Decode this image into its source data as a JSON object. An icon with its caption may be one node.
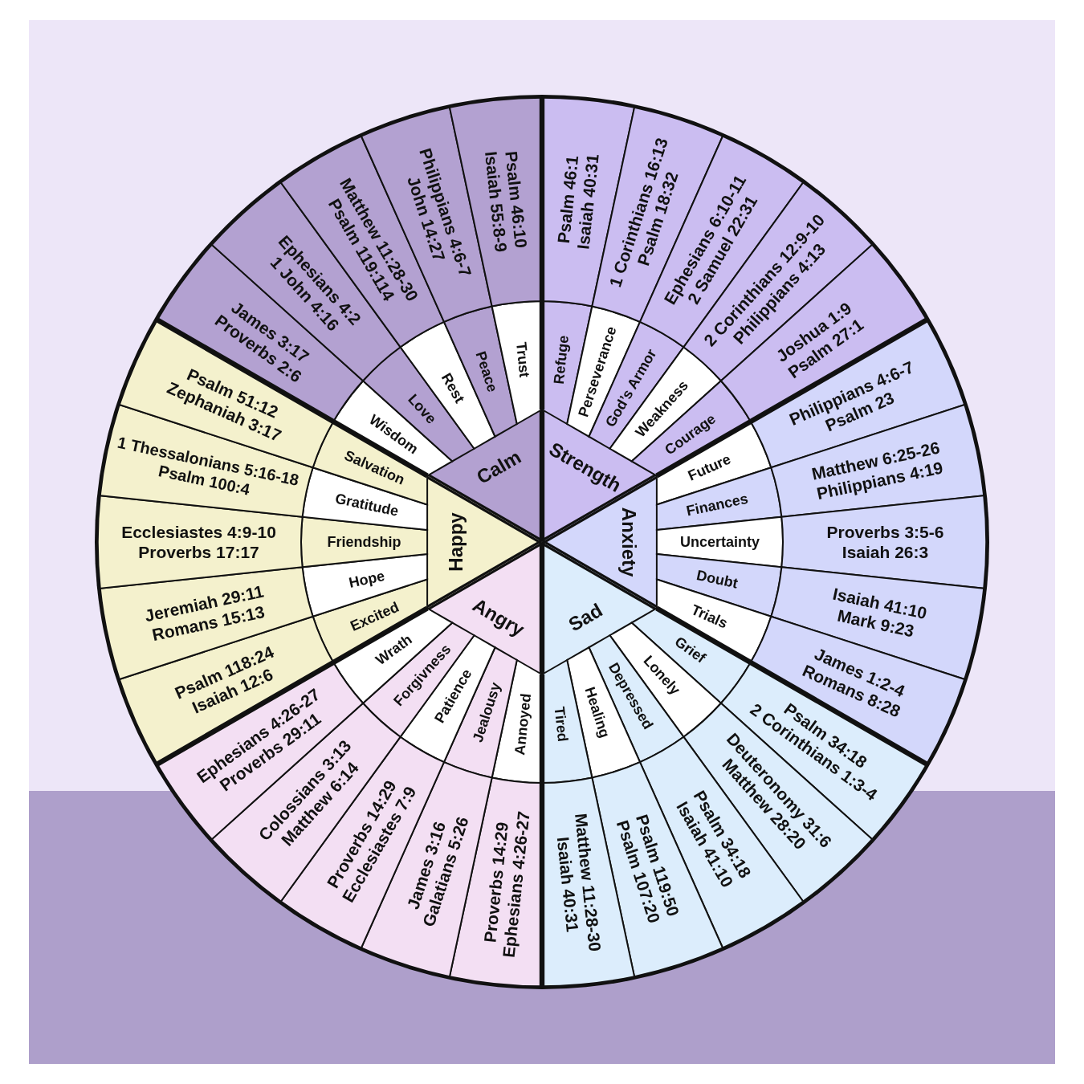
{
  "diagram": {
    "nodes": [
      {
        "text": [
          "Calm"
        ]
      },
      {
        "text": [
          "Wisdom"
        ],
        "in": 0
      },
      {
        "text": [
          "James 3:17",
          "Proverbs 2:6"
        ],
        "in": 0
      },
      {
        "text": [
          "Love"
        ],
        "in": 0
      },
      {
        "text": [
          "Ephesians 4:2",
          "1 John 4:16"
        ],
        "in": 0
      },
      {
        "text": [
          "Rest"
        ],
        "in": 0
      },
      {
        "text": [
          "Matthew 11:28-30",
          "Psalm 119:114"
        ],
        "in": 0
      },
      {
        "text": [
          "Peace"
        ],
        "in": 0
      },
      {
        "text": [
          "Philippians 4:6-7",
          "John 14:27"
        ],
        "in": 0
      },
      {
        "text": [
          "Trust"
        ],
        "in": 0
      },
      {
        "text": [
          "Psalm 46:10",
          "Isaiah 55:8-9"
        ],
        "in": 0
      },
      {
        "text": [
          "Strength"
        ]
      },
      {
        "text": [
          "Refuge"
        ],
        "in": 11
      },
      {
        "text": [
          "Psalm 46:1",
          "Isaiah 40:31"
        ],
        "in": 11
      },
      {
        "text": [
          "Perseverance"
        ],
        "in": 11
      },
      {
        "text": [
          "1 Corinthians 16:13",
          "Psalm 18:32"
        ],
        "in": 11
      },
      {
        "text": [
          "God’s Armor"
        ],
        "in": 11
      },
      {
        "text": [
          "Ephesians 6:10-11",
          "2 Samuel 22:31"
        ],
        "in": 11
      },
      {
        "text": [
          "Weakness"
        ],
        "in": 11
      },
      {
        "text": [
          "2 Corinthians 12:9-10",
          "Philippians 4:13"
        ],
        "in": 11
      },
      {
        "text": [
          "Courage"
        ],
        "in": 11
      },
      {
        "text": [
          "Joshua 1:9",
          "Psalm 27:1"
        ],
        "in": 11
      },
      {
        "text": [
          "Anxiety"
        ]
      },
      {
        "text": [
          "Future"
        ],
        "in": 22
      },
      {
        "text": [
          "Philippians 4:6-7",
          "Psalm 23"
        ],
        "in": 22
      },
      {
        "text": [
          "Finances"
        ],
        "in": 22
      },
      {
        "text": [
          "Matthew 6:25-26",
          "Philippians 4:19"
        ],
        "in": 22
      },
      {
        "text": [
          "Uncertainty"
        ],
        "in": 22
      },
      {
        "text": [
          "Proverbs 3:5-6",
          "Isaiah 26:3"
        ],
        "in": 22
      },
      {
        "text": [
          "Doubt"
        ],
        "in": 22
      },
      {
        "text": [
          "Isaiah 41:10",
          "Mark 9:23"
        ],
        "in": 22
      },
      {
        "text": [
          "Trials"
        ],
        "in": 22
      },
      {
        "text": [
          "James 1:2-4",
          "Romans 8:28"
        ],
        "in": 22
      },
      {
        "text": [
          "Sad"
        ]
      },
      {
        "text": [
          "Grief"
        ],
        "in": 33
      },
      {
        "text": [
          "Psalm 34:18",
          "2 Corinthians 1:3-4"
        ],
        "in": 33
      },
      {
        "text": [
          "Lonely"
        ],
        "in": 33
      },
      {
        "text": [
          "Deuteronomy 31:6",
          "Matthew 28:20"
        ],
        "in": 33
      },
      {
        "text": [
          "Depressed"
        ],
        "in": 33
      },
      {
        "text": [
          "Psalm 34:18",
          "Isaiah 41:10"
        ],
        "in": 33
      },
      {
        "text": [
          "Healing"
        ],
        "in": 33
      },
      {
        "text": [
          "Psalm 119:50",
          "Psalm 107:20"
        ],
        "in": 33
      },
      {
        "text": [
          "Tired"
        ],
        "in": 33
      },
      {
        "text": [
          "Matthew 11:28-30",
          "Isaiah 40:31"
        ],
        "in": 33
      },
      {
        "text": [
          "Angry"
        ]
      },
      {
        "text": [
          "Annoyed"
        ],
        "in": 44
      },
      {
        "text": [
          "Proverbs 14:29",
          "Ephesians 4:26-27"
        ],
        "in": 44
      },
      {
        "text": [
          "Jealousy"
        ],
        "in": 44
      },
      {
        "text": [
          "James 3:16",
          "Galatians 5:26"
        ],
        "in": 44
      },
      {
        "text": [
          "Patience"
        ],
        "in": 44
      },
      {
        "text": [
          "Proverbs 14:29",
          "Ecclesiastes 7:9"
        ],
        "in": 44
      },
      {
        "text": [
          "Forgivness"
        ],
        "in": 44
      },
      {
        "text": [
          "Colossians 3:13",
          "Matthew 6:14"
        ],
        "in": 44
      },
      {
        "text": [
          "Wrath"
        ],
        "in": 44
      },
      {
        "text": [
          "Ephesians 4:26-27",
          "Proverbs 29:11"
        ],
        "in": 44
      },
      {
        "text": [
          "Happy"
        ]
      },
      {
        "text": [
          "Excited"
        ],
        "in": 55
      },
      {
        "text": [
          "Psalm 118:24",
          "Isaiah 12:6"
        ],
        "in": 55
      },
      {
        "text": [
          "Hope"
        ],
        "in": 55
      },
      {
        "text": [
          "Jeremiah 29:11",
          "Romans 15:13"
        ],
        "in": 55
      },
      {
        "text": [
          "Friendship"
        ],
        "in": 55
      },
      {
        "text": [
          "Ecclesiastes 4:9-10",
          "Proverbs 17:17"
        ],
        "in": 55
      },
      {
        "text": [
          "Gratitude"
        ],
        "in": 55
      },
      {
        "text": [
          "1 Thessalonians 5:16-18",
          "Psalm 100:4"
        ],
        "in": 55
      },
      {
        "text": [
          "Salvation"
        ],
        "in": 55
      },
      {
        "text": [
          "Psalm 51:12",
          "Zephaniah 3:17"
        ],
        "in": 55
      }
    ]
  }
}
